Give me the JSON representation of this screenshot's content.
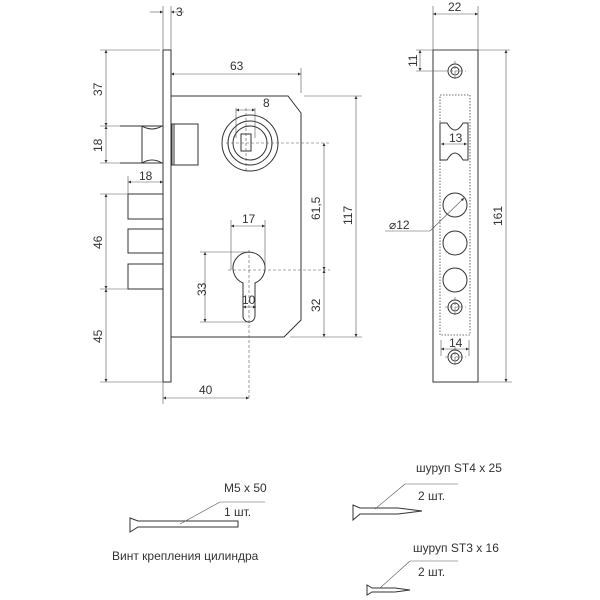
{
  "title": "Mortise lock dimensional drawing",
  "front_view": {
    "dims": {
      "faceplate_thickness": "3",
      "body_depth": "63",
      "spindle_square": "8",
      "top_to_latch": "37",
      "latch_height": "18",
      "bolt_projection": "18",
      "bolts_span": "46",
      "bottom_to_bolts": "45",
      "cylinder_width": "17",
      "cylinder_height": "33",
      "cylinder_slot": "10",
      "centre_distance": "61,5",
      "cylinder_to_bottom": "32",
      "body_height": "117",
      "backset": "40"
    }
  },
  "strike_view": {
    "dims": {
      "width": "22",
      "screw_offset": "11",
      "latch_width": "13",
      "hole_diameter": "⌀12",
      "screw_spacing": "14",
      "length": "161"
    }
  },
  "accessories": [
    {
      "name": "M5 x 50",
      "qty": "1 шт.",
      "caption": "Винт крепления цилиндра"
    },
    {
      "name": "шуруп ST4 x 25",
      "qty": "2 шт."
    },
    {
      "name": "шуруп ST3 x 16",
      "qty": "2 шт."
    }
  ]
}
